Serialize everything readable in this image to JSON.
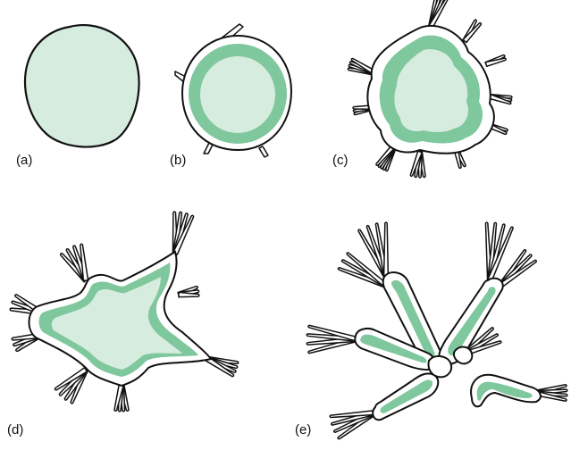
{
  "figure": {
    "panels": [
      {
        "id": "a",
        "label": "(a)"
      },
      {
        "id": "b",
        "label": "(b)"
      },
      {
        "id": "c",
        "label": "(c)"
      },
      {
        "id": "d",
        "label": "(d)"
      },
      {
        "id": "e",
        "label": "(e)"
      }
    ],
    "colors": {
      "cytoplasm_light": "#d6ecdf",
      "cortex_dark": "#7fc79c",
      "outline": "#111111",
      "background": "#ffffff"
    }
  }
}
